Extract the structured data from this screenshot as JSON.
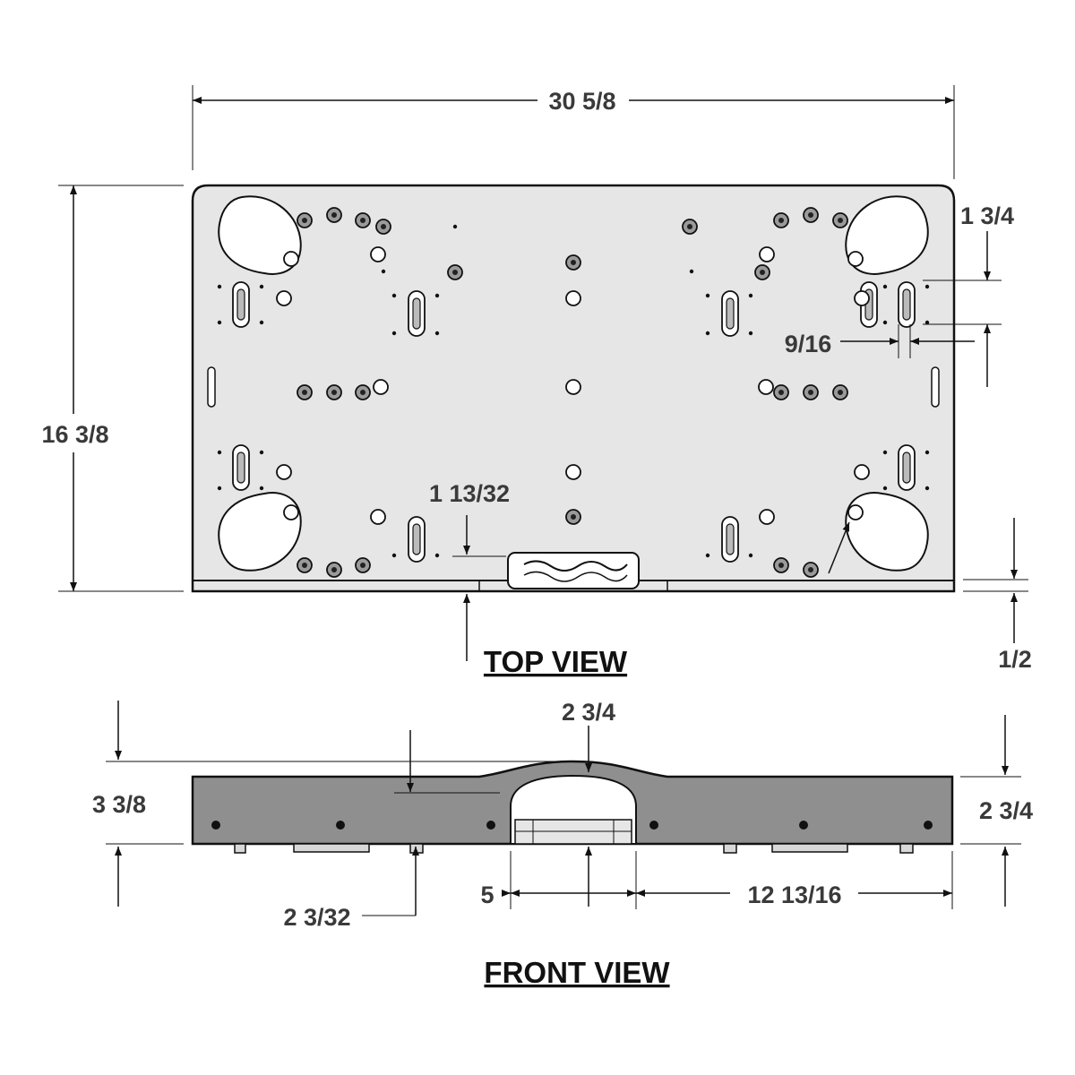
{
  "views": {
    "top_title": "TOP VIEW",
    "front_title": "FRONT VIEW"
  },
  "dimensions": {
    "overall_width": "30 5/8",
    "overall_depth": "16 3/8",
    "slot_offset": "1 3/4",
    "slot_spacing": "9/16",
    "handle_recess_depth": "1 13/32",
    "lip_thickness": "1/2",
    "handle_arch_height": "2 3/4",
    "overall_height": "3 3/8",
    "body_height": "2 3/4",
    "foot_height": "2 3/32",
    "handle_opening_width": "5",
    "handle_to_edge": "12 13/16"
  },
  "colors": {
    "line": "#111111",
    "plate_fill": "#e6e6e6",
    "body_fill": "#8f8f8f",
    "text": "#3a3a3a"
  }
}
